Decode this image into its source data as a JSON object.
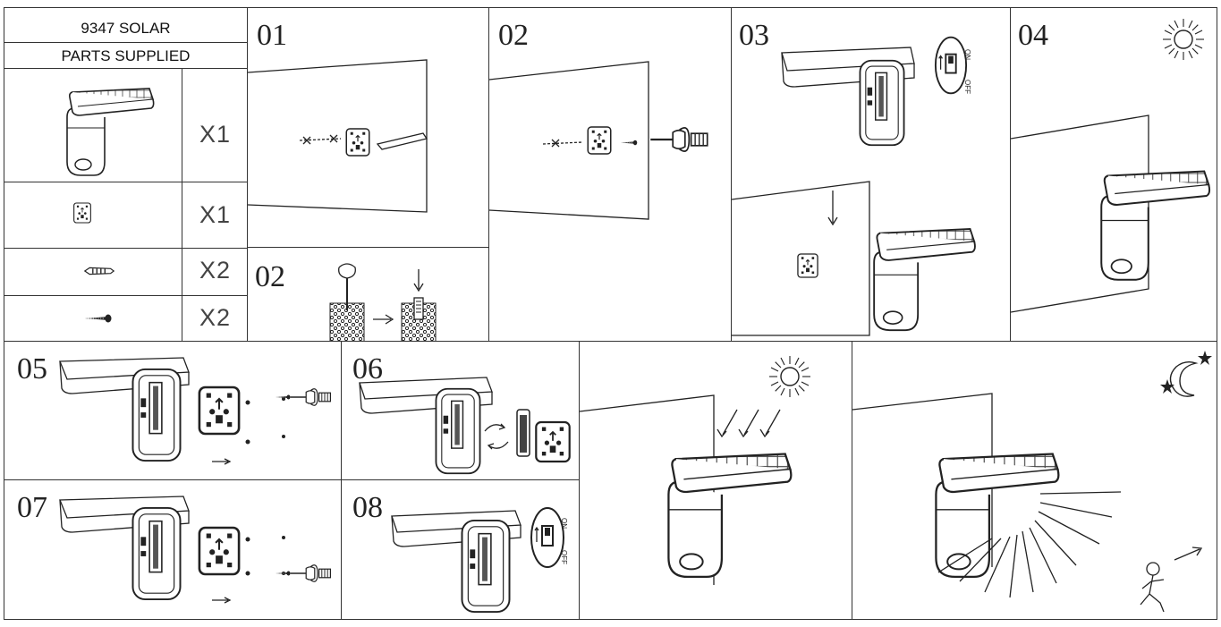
{
  "parts_table": {
    "title": "9347 SOLAR",
    "subtitle": "PARTS SUPPLIED",
    "rows": [
      {
        "item": "solar-light",
        "qty": "X1"
      },
      {
        "item": "mounting-plate",
        "qty": "X1"
      },
      {
        "item": "wall-plug",
        "qty": "X2"
      },
      {
        "item": "screw",
        "qty": "X2"
      }
    ]
  },
  "steps": {
    "s01": "01",
    "s02a": "02",
    "s02b": "02",
    "s03": "03",
    "s04": "04",
    "s05": "05",
    "s06": "06",
    "s07": "07",
    "s08": "08"
  },
  "switch": {
    "on": "ON",
    "off": "OFF"
  },
  "icons": {
    "day": "sun-icon",
    "night": "moon-stars-icon"
  }
}
